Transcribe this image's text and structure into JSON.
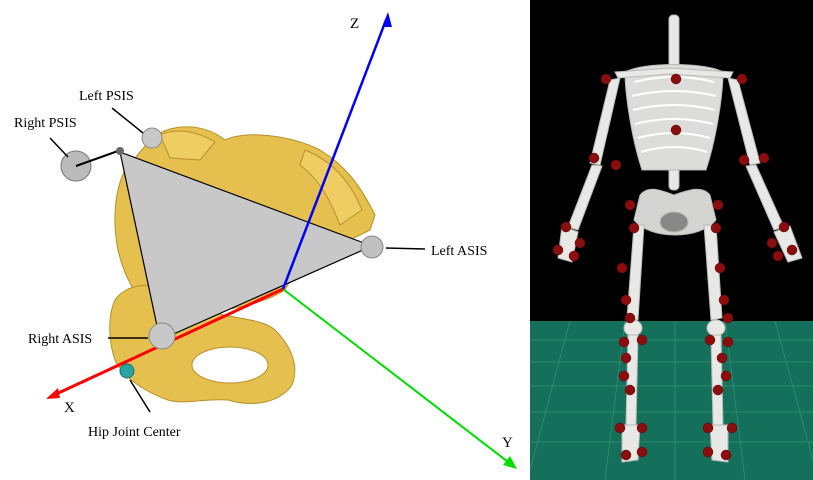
{
  "diagram": {
    "axes": {
      "x": "X",
      "y": "Y",
      "z": "Z"
    },
    "axis_colors": {
      "x": "#ff0000",
      "y": "#00dd00",
      "z": "#0000ff"
    },
    "landmarks": {
      "right_psis": "Right PSIS",
      "left_psis": "Left PSIS",
      "left_asis": "Left ASIS",
      "right_asis": "Right ASIS",
      "hip_joint_center": "Hip Joint Center"
    },
    "colors": {
      "bone": "#e8c45a",
      "plane": "#c8c8c8",
      "marker": "#8b0d0d",
      "floor": "#14705a",
      "background": "#000000"
    }
  }
}
